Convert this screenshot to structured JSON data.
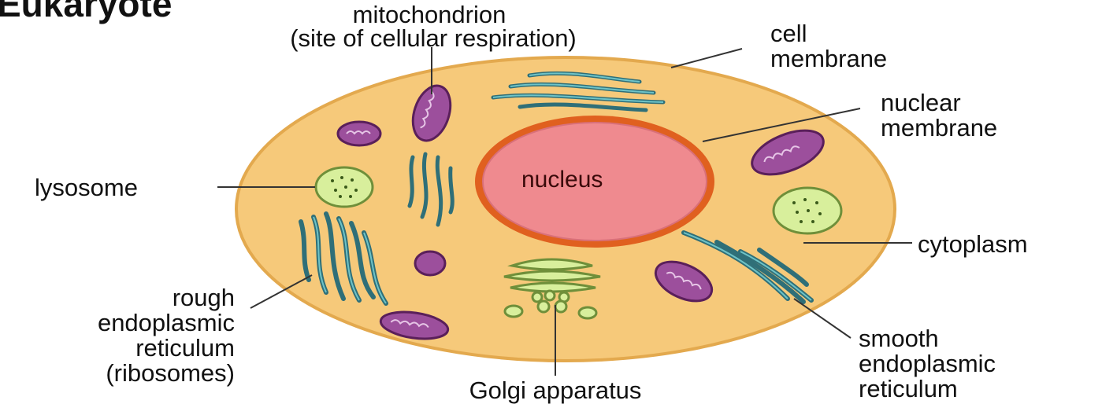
{
  "title": "Eukaryote",
  "labels": {
    "mitochondrion": "mitochondrion",
    "mitochondrion_note": "(site of cellular respiration)",
    "cell_membrane_1": "cell",
    "cell_membrane_2": "membrane",
    "nuclear_membrane_1": "nuclear",
    "nuclear_membrane_2": "membrane",
    "lysosome": "lysosome",
    "nucleus": "nucleus",
    "cytoplasm": "cytoplasm",
    "rough_er_1": "rough",
    "rough_er_2": "endoplasmic",
    "rough_er_3": "reticulum",
    "rough_er_4": "(ribosomes)",
    "golgi": "Golgi apparatus",
    "smooth_er_1": "smooth",
    "smooth_er_2": "endoplasmic",
    "smooth_er_3": "reticulum"
  },
  "colors": {
    "cytoplasm": "#f6c97a",
    "cell_membrane": "#e3a94e",
    "nucleus": "#ef8a8f",
    "nuclear_membrane": "#e0601f",
    "mitochondrion": "#9c4f9c",
    "lysosome": "#d8ef9c",
    "er": "#4f9aa3",
    "golgi": "#d8ef9c"
  }
}
